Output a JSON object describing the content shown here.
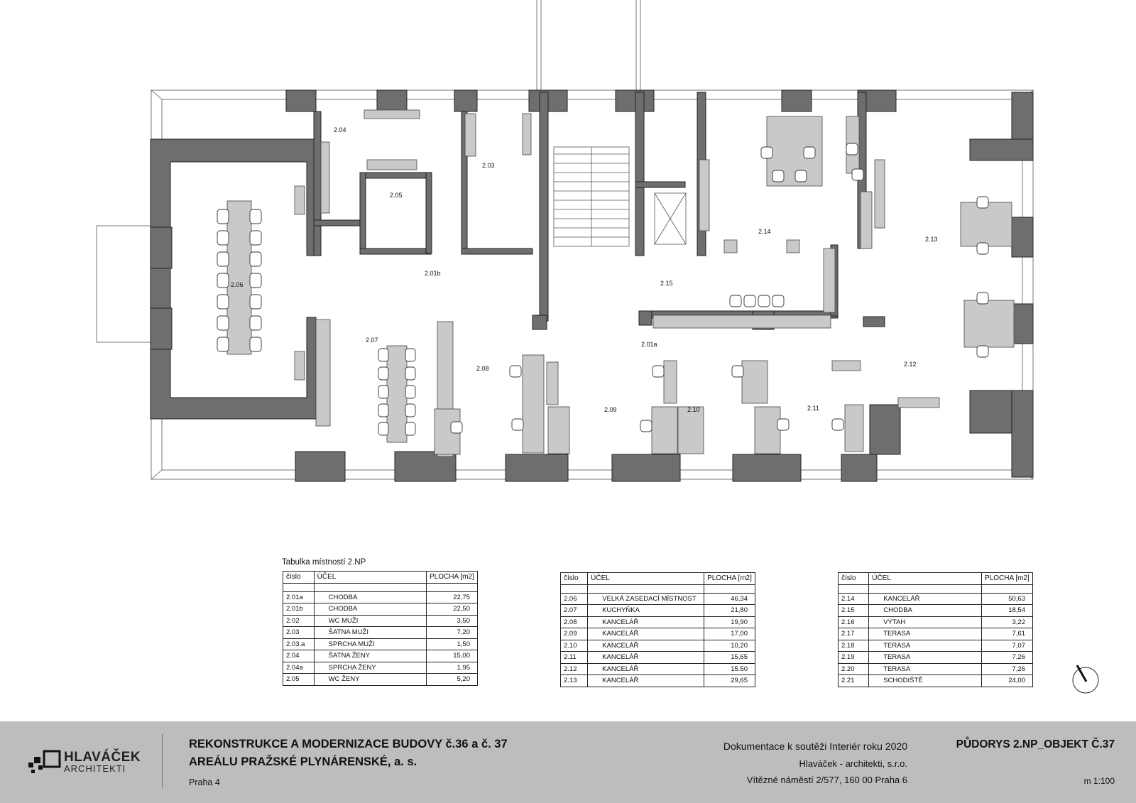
{
  "rooms": {
    "r201a": "2.01a",
    "r201b": "2.01b",
    "r203": "2.03",
    "r204": "2.04",
    "r205": "2.05",
    "r206": "2.06",
    "r207": "2.07",
    "r208": "2.08",
    "r209": "2.09",
    "r210": "2.10",
    "r211": "2.11",
    "r212": "2.12",
    "r213": "2.13",
    "r214": "2.14",
    "r215": "2.15"
  },
  "table": {
    "title": "Tabulka místností 2.NP",
    "headers": {
      "num": "číslo",
      "use": "ÚČEL",
      "area": "PLOCHA [m2]"
    },
    "col1": [
      {
        "num": "2.01a",
        "use": "CHODBA",
        "area": "22,75"
      },
      {
        "num": "2.01b",
        "use": "CHODBA",
        "area": "22,50"
      },
      {
        "num": "2.02",
        "use": "WC MUŽI",
        "area": "3,50"
      },
      {
        "num": "2.03",
        "use": "ŠATNA MUŽI",
        "area": "7,20"
      },
      {
        "num": "2.03.a",
        "use": "SPRCHA MUŽI",
        "area": "1,50"
      },
      {
        "num": "2.04",
        "use": "ŠATNA ŽENY",
        "area": "15,00"
      },
      {
        "num": "2.04a",
        "use": "SPRCHA ŽENY",
        "area": "1,95"
      },
      {
        "num": "2.05",
        "use": "WC ŽENY",
        "area": "5,20"
      }
    ],
    "col2": [
      {
        "num": "2.06",
        "use": "VELKÁ ZASEDACÍ MÍSTNOST",
        "area": "46,34"
      },
      {
        "num": "2.07",
        "use": "KUCHYŇKA",
        "area": "21,80"
      },
      {
        "num": "2.08",
        "use": "KANCELÁŘ",
        "area": "19,90"
      },
      {
        "num": "2.09",
        "use": "KANCELÁŘ",
        "area": "17,00"
      },
      {
        "num": "2.10",
        "use": "KANCELÁŘ",
        "area": "10,20"
      },
      {
        "num": "2.11",
        "use": "KANCELÁŘ",
        "area": "15,65"
      },
      {
        "num": "2.12",
        "use": "KANCELÁŘ",
        "area": "15.50"
      },
      {
        "num": "2.13",
        "use": "KANCELÁŘ",
        "area": "29,65"
      }
    ],
    "col3": [
      {
        "num": "2.14",
        "use": "KANCELÁŘ",
        "area": "50,63"
      },
      {
        "num": "2.15",
        "use": "CHODBA",
        "area": "18,54"
      },
      {
        "num": "2.16",
        "use": "VÝTAH",
        "area": "3,22"
      },
      {
        "num": "2.17",
        "use": "TERASA",
        "area": "7,61"
      },
      {
        "num": "2.18",
        "use": "TERASA",
        "area": "7,07"
      },
      {
        "num": "2.19",
        "use": "TERASA",
        "area": "7,26"
      },
      {
        "num": "2.20",
        "use": "TERASA",
        "area": "7,26"
      },
      {
        "num": "2.21",
        "use": "SCHODIŠTĚ",
        "area": "24,00"
      }
    ]
  },
  "footer": {
    "logo_name": "HLAVÁČEK",
    "logo_sub": "ARCHITEKTI",
    "project_line1": "REKONSTRUKCE A MODERNIZACE BUDOVY č.36 a č. 37",
    "project_line2": "AREÁLU PRAŽSKÉ PLYNÁRENSKÉ, a. s.",
    "location": "Praha 4",
    "doc_line1": "Dokumentace k soutěži Interiér roku 2020",
    "doc_line2": "Hlaváček - architekti, s.r.o.",
    "doc_line3": "Vítězné náměstí 2/577, 160 00 Praha 6",
    "sheet_title": "PŮDORYS 2.NP_OBJEKT Č.37",
    "scale": "m 1:100"
  },
  "colors": {
    "wall": "#6e6e6e",
    "furniture": "#c9c9c9",
    "footer_bg": "#bdbdbd"
  },
  "icons": {
    "north": "north-arrow-icon",
    "logo": "logo-icon"
  }
}
